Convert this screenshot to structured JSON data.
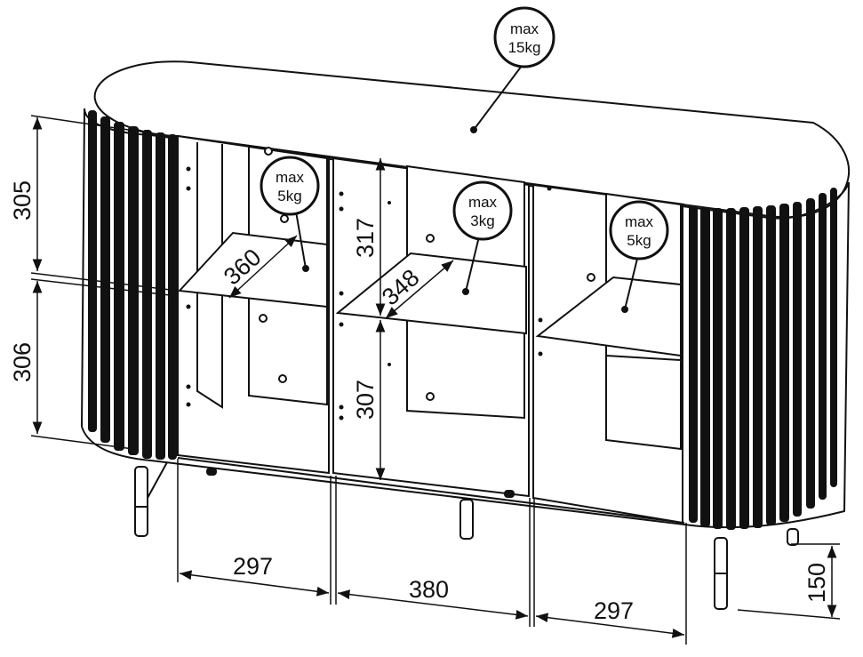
{
  "dimensions": {
    "upper_height": "305",
    "lower_height": "306",
    "left_shelf_depth": "360",
    "middle_upper_height": "317",
    "middle_shelf_depth": "348",
    "middle_lower_height": "307",
    "left_width": "297",
    "middle_width": "380",
    "right_width": "297",
    "leg_height": "150"
  },
  "load_labels": {
    "top": {
      "line1": "max",
      "line2": "15kg"
    },
    "left_shelf": {
      "line1": "max",
      "line2": "5kg"
    },
    "middle_shelf": {
      "line1": "max",
      "line2": "3kg"
    },
    "right_shelf": {
      "line1": "max",
      "line2": "5kg"
    }
  },
  "colors": {
    "line": "#111111",
    "slat": "#111111",
    "background": "#ffffff"
  }
}
